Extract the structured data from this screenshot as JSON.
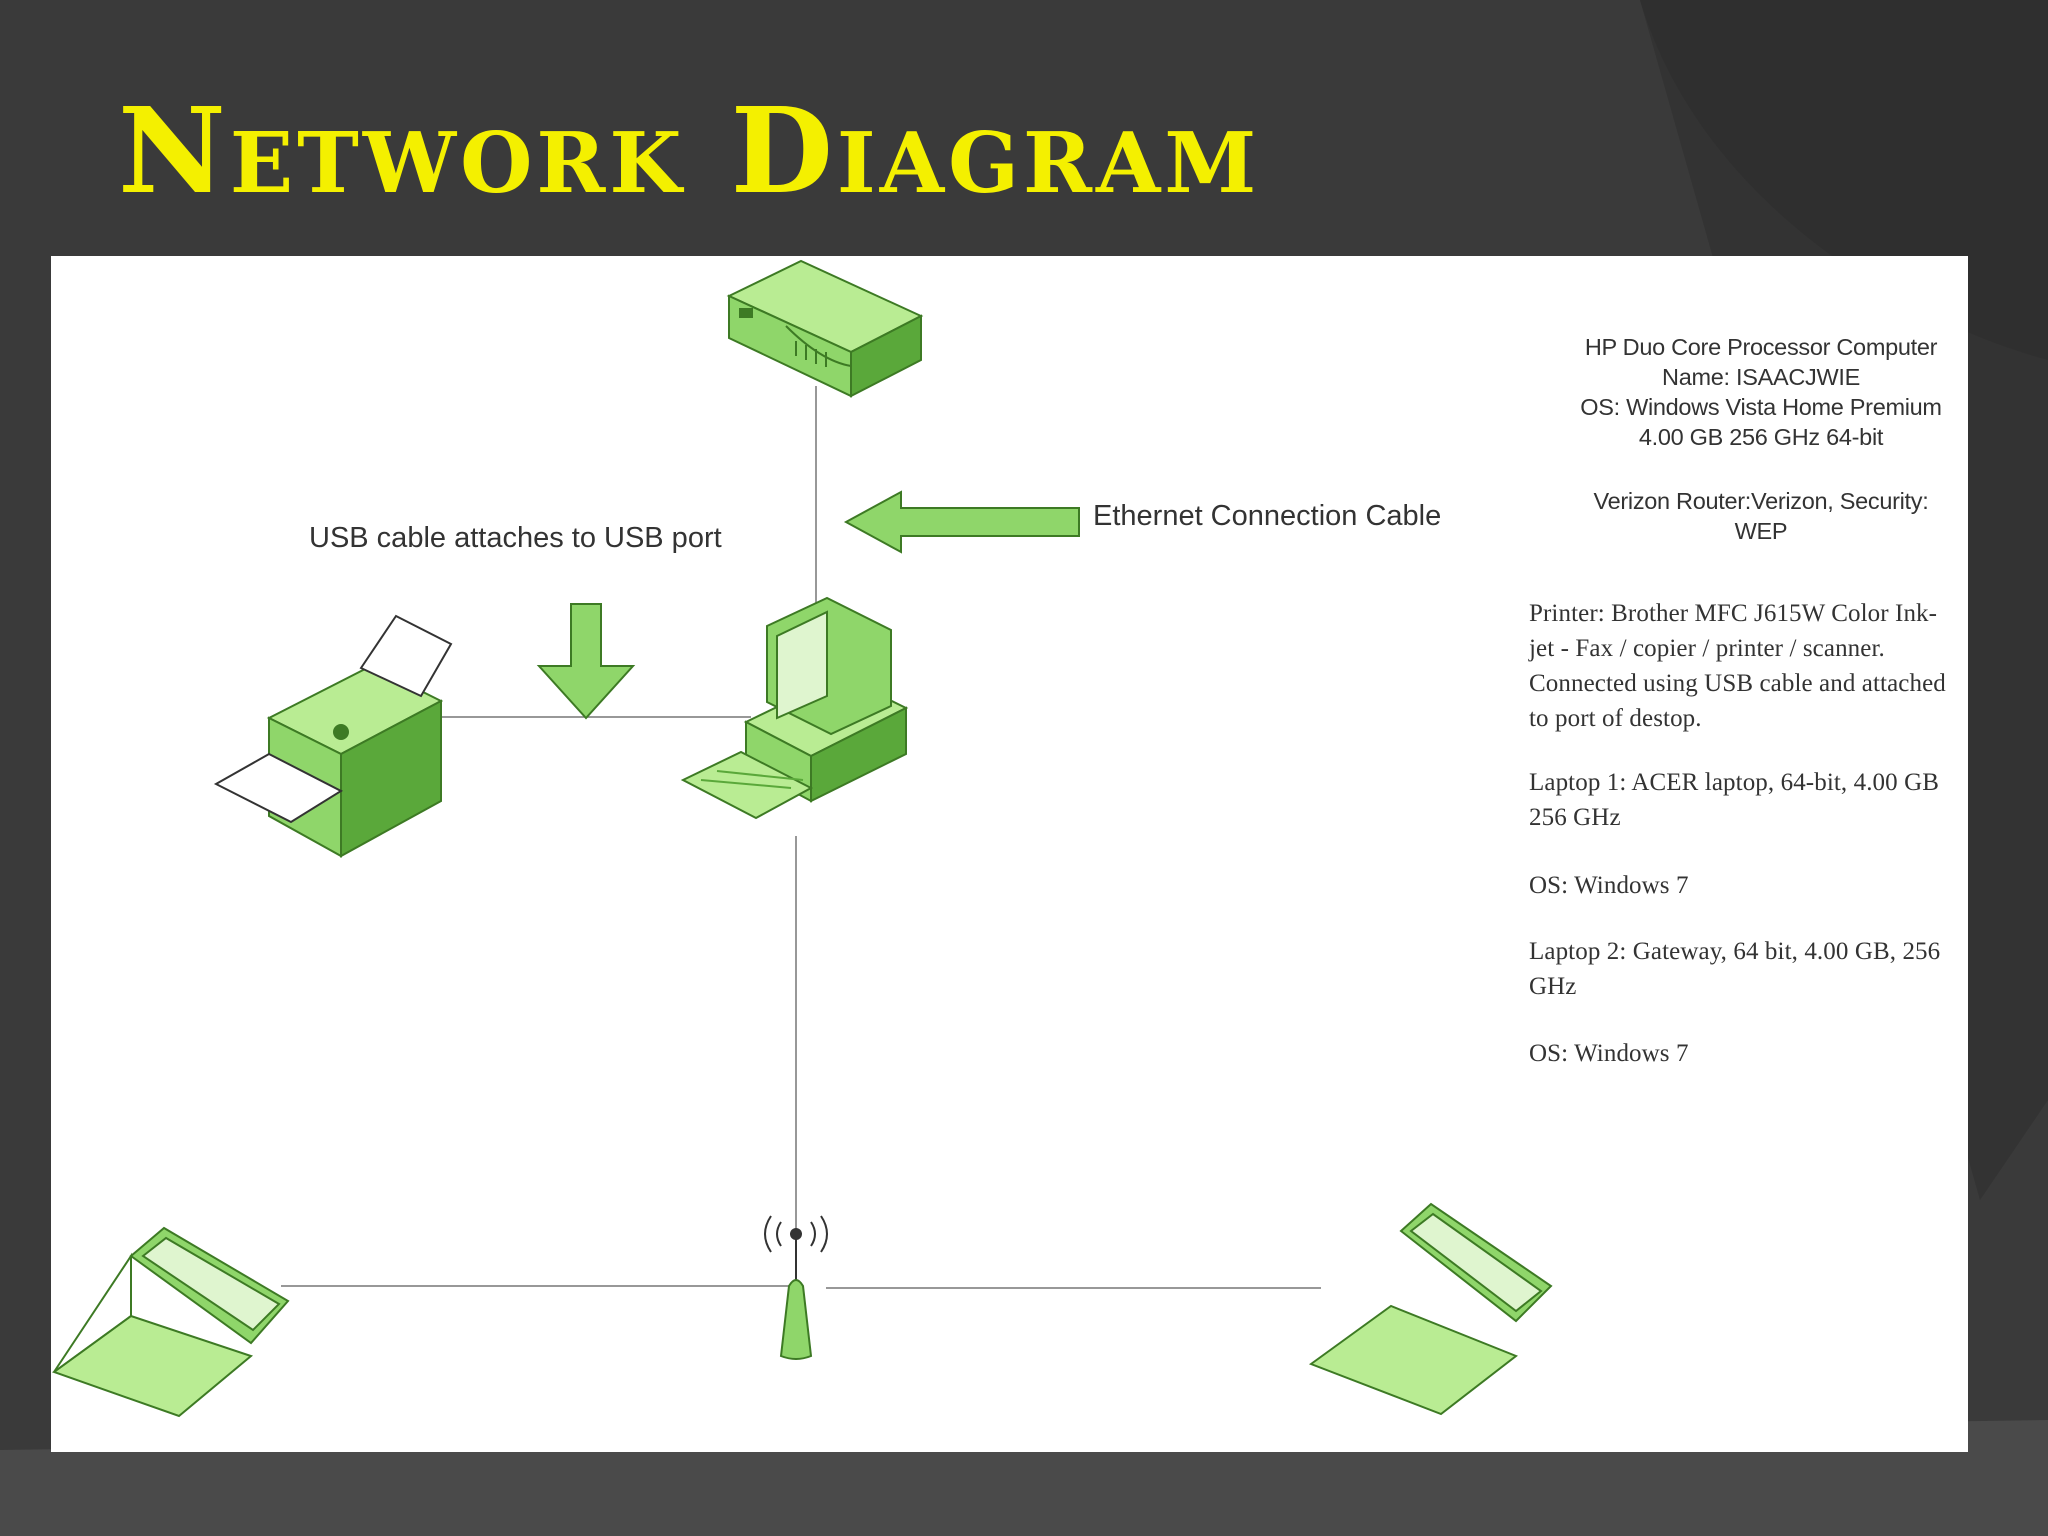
{
  "slide": {
    "title": "Network Diagram"
  },
  "diagram": {
    "callouts": {
      "usb": "USB cable attaches to USB port",
      "ethernet": "Ethernet Connection Cable"
    },
    "info": {
      "hp_line1": "HP  Duo Core Processor Computer",
      "hp_line2": "Name: ISAACJWIE",
      "hp_line3": "OS: Windows Vista Home Premium",
      "hp_line4": "4.00 GB 256 GHz 64-bit",
      "router_line1": "Verizon Router:Verizon, Security:",
      "router_line2": "WEP",
      "printer": "Printer: Brother MFC J615W Color Ink-jet - Fax / copier / printer / scanner. Connected using USB cable and attached to port of destop.",
      "laptop1": "Laptop 1: ACER laptop, 64-bit, 4.00 GB 256 GHz",
      "laptop1_os": "OS: Windows 7",
      "laptop2": "Laptop 2: Gateway, 64 bit, 4.00 GB, 256 GHz",
      "laptop2_os": "OS: Windows 7"
    },
    "device_colors": {
      "fill": "#8fd66a",
      "light": "#b9ec93",
      "dark": "#5aa83a",
      "outline": "#3d7a24"
    }
  }
}
